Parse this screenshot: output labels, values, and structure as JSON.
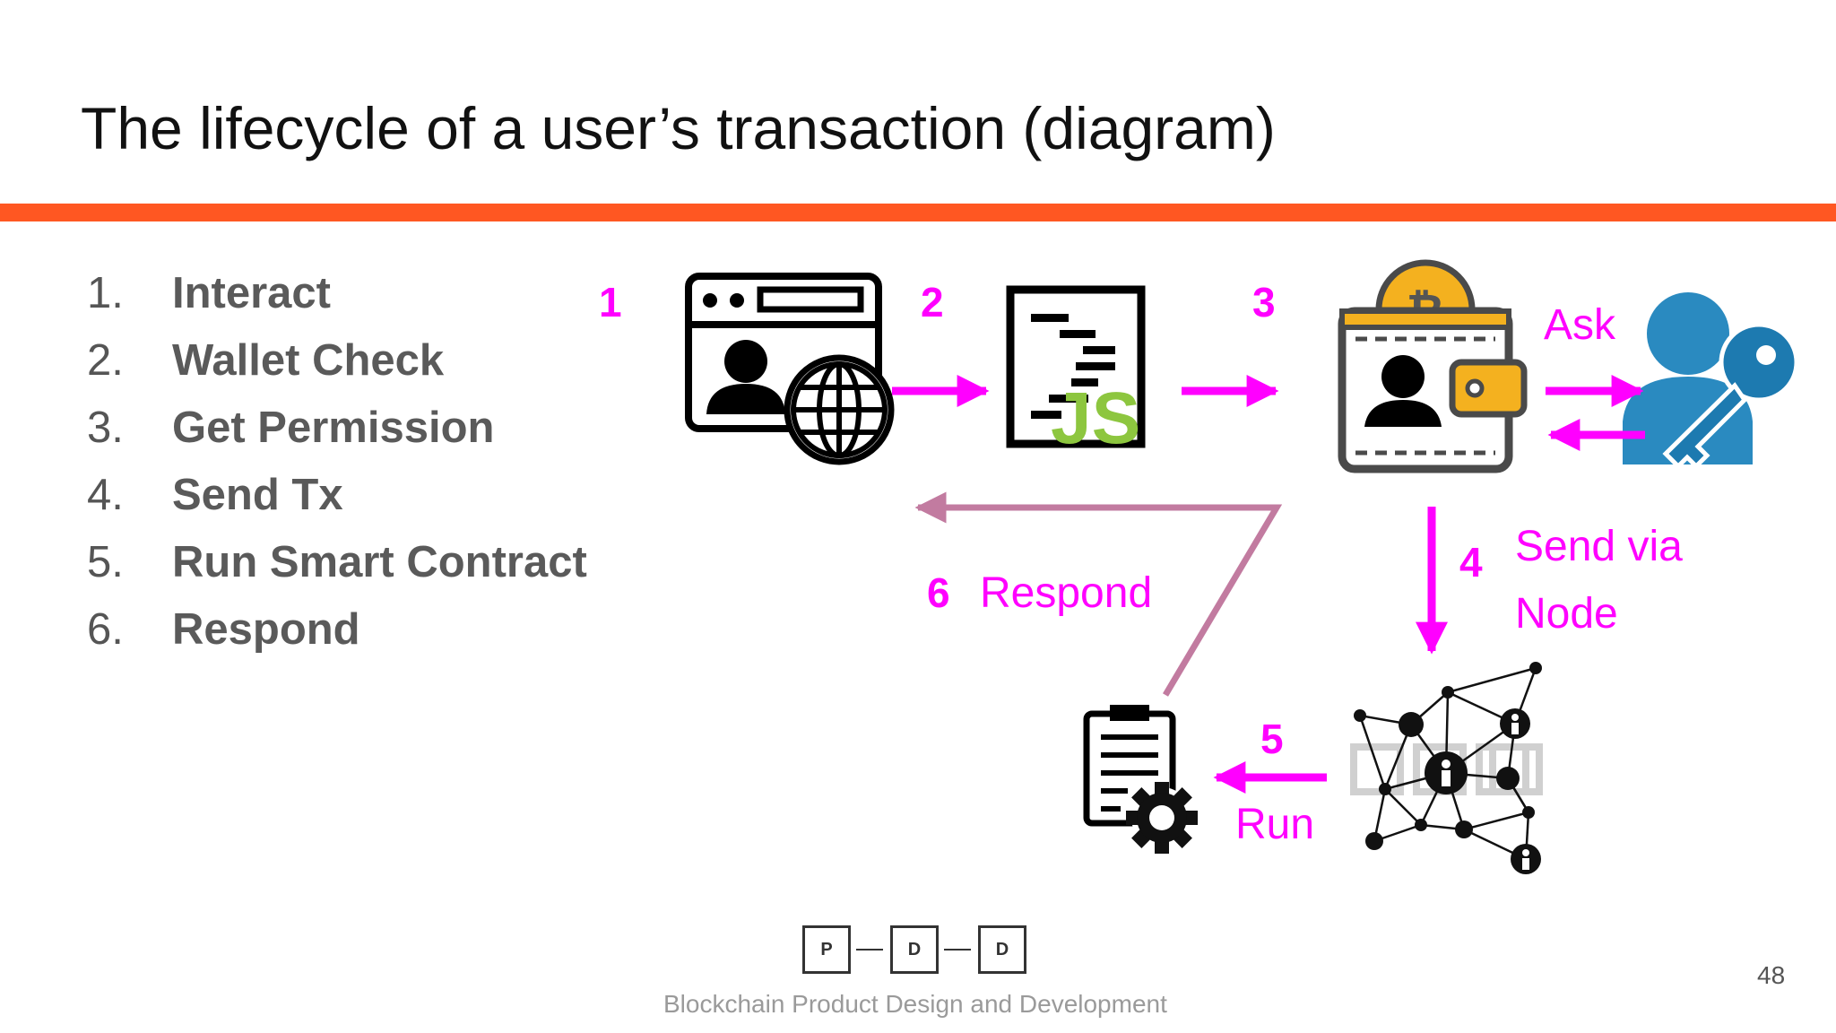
{
  "title": "The lifecycle of a user’s transaction (diagram)",
  "colors": {
    "accent_rule": "#FF5722",
    "arrow": "#FF00FF",
    "respond_arrow": "#C27BA0",
    "text_gray": "#5a5a5a"
  },
  "steps": [
    {
      "num": "1.",
      "label": "Interact"
    },
    {
      "num": "2.",
      "label": "Wallet Check"
    },
    {
      "num": "3.",
      "label": "Get Permission"
    },
    {
      "num": "4.",
      "label": "Send Tx"
    },
    {
      "num": "5.",
      "label": "Run Smart Contract"
    },
    {
      "num": "6.",
      "label": "Respond"
    }
  ],
  "diagram": {
    "step1": "1",
    "step2": "2",
    "step3": "3",
    "ask": "Ask",
    "step4": "4",
    "send_via_line1": "Send via",
    "send_via_line2": "Node",
    "step5": "5",
    "run": "Run",
    "step6": "6",
    "respond": "Respond",
    "js_badge": "JS",
    "bitcoin_symbol": "₿",
    "icons": [
      "browser-user-globe-icon",
      "javascript-file-icon",
      "bitcoin-wallet-icon",
      "user-key-icon",
      "blockchain-network-icon",
      "smart-contract-clipboard-gear-icon"
    ]
  },
  "logo": {
    "letters": [
      "P",
      "D",
      "D"
    ]
  },
  "footer": "Blockchain Product Design and Development",
  "page_number": "48"
}
